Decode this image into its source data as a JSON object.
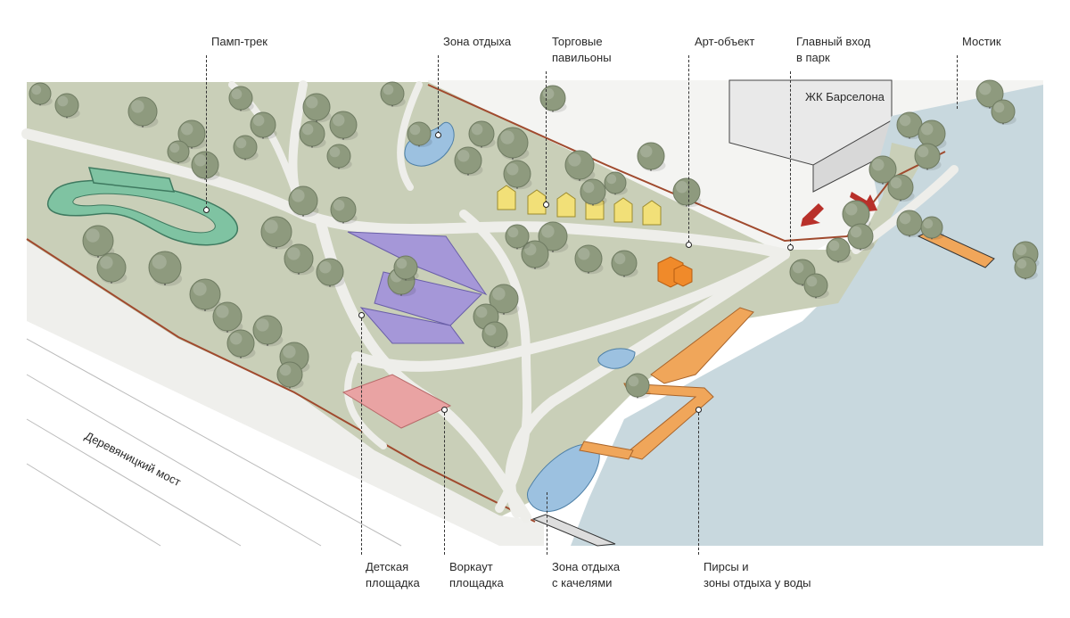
{
  "labels": {
    "pump_track": "Памп-трек",
    "rest_zone": "Зона отдыха",
    "trade_pavilions_1": "Торговые",
    "trade_pavilions_2": "павильоны",
    "art_object": "Арт-объект",
    "main_entrance_1": "Главный вход",
    "main_entrance_2": "в парк",
    "bridge_small": "Мостик",
    "residential": "ЖК Барселона",
    "road_bridge": "Деревяницкий мост",
    "kids_playground_1": "Детская",
    "kids_playground_2": "площадка",
    "workout_1": "Воркаут",
    "workout_2": "площадка",
    "swing_zone_1": "Зона отдыха",
    "swing_zone_2": "с качелями",
    "piers_1": "Пирсы и",
    "piers_2": "зоны отдыха у воды"
  },
  "colors": {
    "grass": "#c9cfb8",
    "path": "#eeeeea",
    "water": "#c8d8de",
    "tree": "#8e9a7e",
    "tree_dark": "#6f7b62",
    "playground": "#a597d8",
    "workout": "#e9a3a3",
    "pavilion": "#f2e078",
    "art_object": "#f08a2a",
    "deck": "#f0a65a",
    "pond": "#9cc1e0",
    "red_line": "#a04a2e",
    "arrow": "#b8302a",
    "pumptrack": "#7fc3a2",
    "building": "#e8e8e8"
  }
}
